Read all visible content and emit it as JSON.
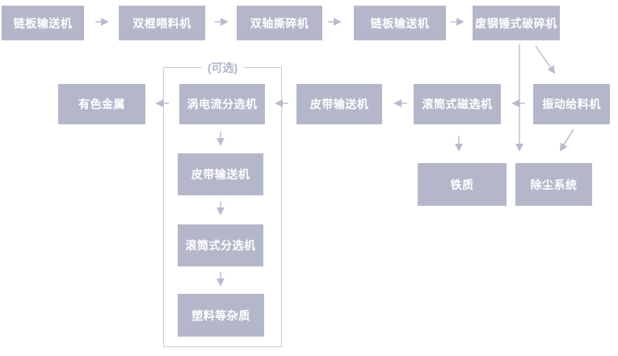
{
  "diagram": {
    "type": "process-flowchart",
    "background": "#ffffff",
    "colors": {
      "node_fill": "#b4b7c9",
      "node_text": "#ffffff",
      "arrow": "#b7bbcf",
      "optional_border": "#c9ccdb",
      "optional_label_text": "#b1b4c8"
    },
    "optional_group": {
      "label": "(可选)"
    },
    "nodes": {
      "top_row": [
        {
          "id": "chain-plate-conveyor-1",
          "label": "链板输送机"
        },
        {
          "id": "double-roller-feeder",
          "label": "双棍喂料机"
        },
        {
          "id": "double-shaft-shredder",
          "label": "双轴撕碎机"
        },
        {
          "id": "chain-plate-conveyor-2",
          "label": "链板输送机"
        },
        {
          "id": "scrap-steel-hammer-crusher",
          "label": "废钢锤式破碎机"
        }
      ],
      "middle_row": [
        {
          "id": "vibrating-feeder",
          "label": "振动给料机"
        },
        {
          "id": "drum-magnetic-separator",
          "label": "滚筒式磁选机"
        },
        {
          "id": "belt-conveyor-1",
          "label": "皮带输送机"
        },
        {
          "id": "eddy-current-separator",
          "label": "涡电流分选机"
        },
        {
          "id": "non-ferrous-metal",
          "label": "有色金属"
        }
      ],
      "outputs": [
        {
          "id": "iron-material",
          "label": "铁质"
        },
        {
          "id": "dust-removal-system",
          "label": "除尘系统"
        }
      ],
      "optional_chain": [
        {
          "id": "belt-conveyor-2",
          "label": "皮带输送机"
        },
        {
          "id": "drum-type-separator",
          "label": "滚筒式分选机"
        },
        {
          "id": "plastic-and-impurities",
          "label": "塑料等杂质"
        }
      ]
    },
    "edges": [
      {
        "from": "chain-plate-conveyor-1",
        "to": "double-roller-feeder"
      },
      {
        "from": "double-roller-feeder",
        "to": "double-shaft-shredder"
      },
      {
        "from": "double-shaft-shredder",
        "to": "chain-plate-conveyor-2"
      },
      {
        "from": "chain-plate-conveyor-2",
        "to": "scrap-steel-hammer-crusher"
      },
      {
        "from": "scrap-steel-hammer-crusher",
        "to": "vibrating-feeder"
      },
      {
        "from": "scrap-steel-hammer-crusher",
        "to": "dust-removal-system"
      },
      {
        "from": "vibrating-feeder",
        "to": "drum-magnetic-separator"
      },
      {
        "from": "vibrating-feeder",
        "to": "dust-removal-system"
      },
      {
        "from": "drum-magnetic-separator",
        "to": "belt-conveyor-1"
      },
      {
        "from": "drum-magnetic-separator",
        "to": "iron-material"
      },
      {
        "from": "belt-conveyor-1",
        "to": "eddy-current-separator"
      },
      {
        "from": "eddy-current-separator",
        "to": "non-ferrous-metal"
      },
      {
        "from": "eddy-current-separator",
        "to": "belt-conveyor-2"
      },
      {
        "from": "belt-conveyor-2",
        "to": "drum-type-separator"
      },
      {
        "from": "drum-type-separator",
        "to": "plastic-and-impurities"
      }
    ]
  }
}
